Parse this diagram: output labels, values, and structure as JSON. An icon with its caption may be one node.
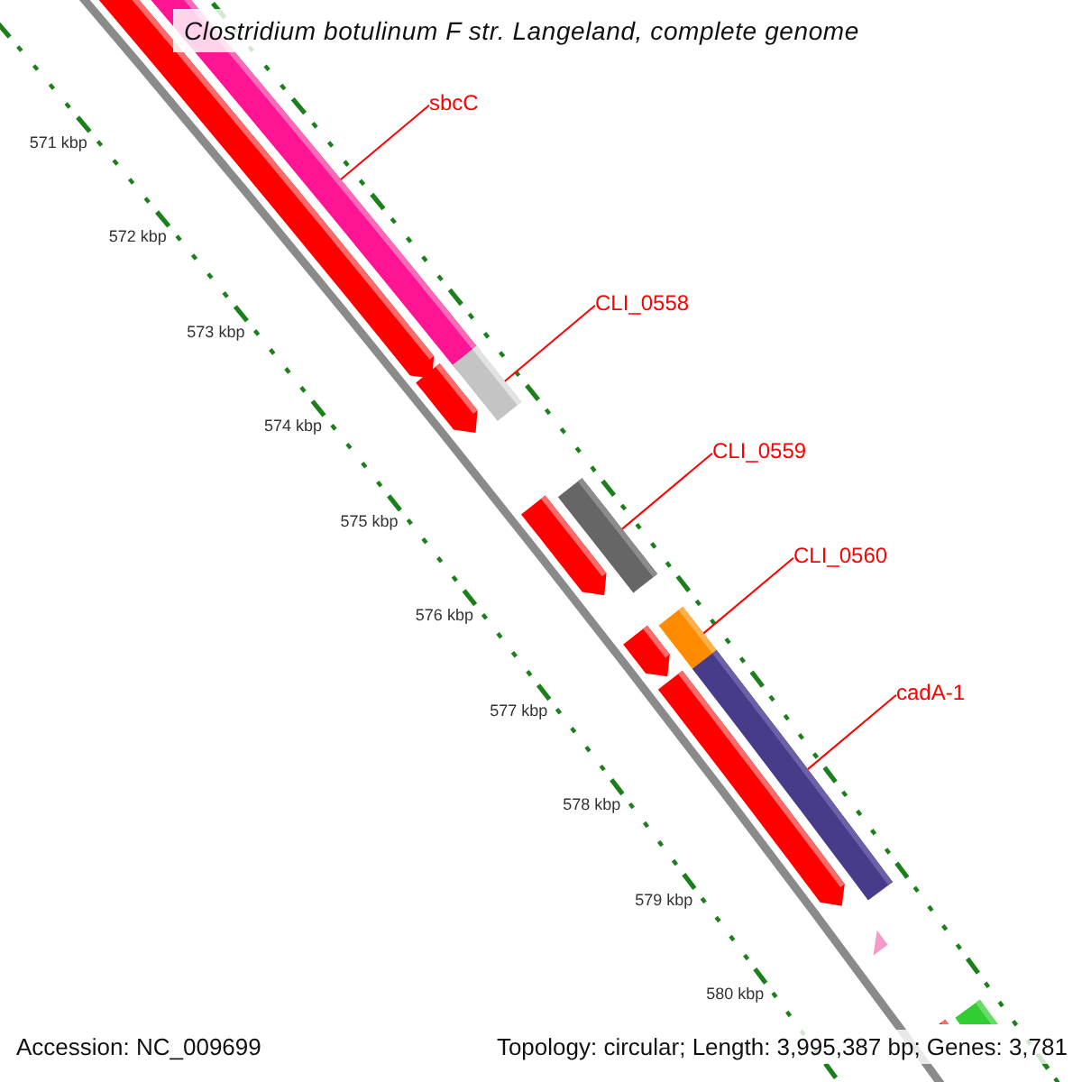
{
  "diagram": {
    "title": "Clostridium botulinum F str. Langeland, complete genome",
    "nodes": [
      {
        "text": [
          "sbcC"
        ]
      },
      {
        "text": [
          "CLI_0558"
        ]
      },
      {
        "text": [
          "CLI_0559"
        ]
      },
      {
        "text": [
          "CLI_0560"
        ]
      },
      {
        "text": [
          "cadA-1"
        ]
      },
      {
        "text": [],
        "shape": "bar"
      },
      {
        "text": [],
        "shape": "bar"
      },
      {
        "text": [],
        "shape": "bar"
      },
      {
        "text": [],
        "shape": "bar"
      },
      {
        "text": [],
        "shape": "bar"
      },
      {
        "text": [],
        "shape": "bar"
      },
      {
        "text": [],
        "shape": "bar"
      },
      {
        "text": [],
        "shape": "bar"
      },
      {
        "text": [],
        "shape": "bar"
      },
      {
        "text": [],
        "shape": "bar"
      },
      {
        "text": [],
        "shape": "bar"
      },
      {
        "text": [],
        "shape": "bar"
      },
      {
        "text": [],
        "shape": "bar"
      }
    ],
    "edges": [
      {
        "from": 0,
        "to": 6,
        "arrow": "none"
      },
      {
        "from": 1,
        "to": 7,
        "arrow": "none"
      },
      {
        "from": 2,
        "to": 9,
        "arrow": "none"
      },
      {
        "from": 3,
        "to": 11,
        "arrow": "none"
      },
      {
        "from": 4,
        "to": 13,
        "arrow": "none"
      }
    ],
    "labels": [
      "571 kbp",
      "572 kbp",
      "573 kbp",
      "574 kbp",
      "575 kbp",
      "576 kbp",
      "577 kbp",
      "578 kbp",
      "579 kbp",
      "580 kbp",
      "Accession: NC_009699",
      "Topology: circular; Length: 3,995,387 bp; Genes: 3,781"
    ]
  }
}
